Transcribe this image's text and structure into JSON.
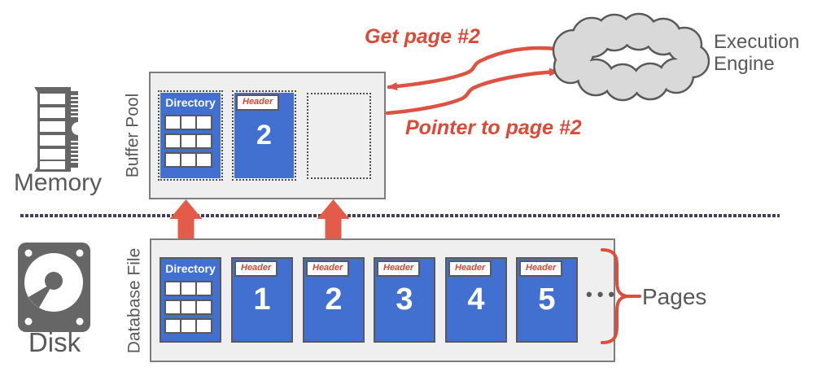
{
  "memory": {
    "label": "Memory"
  },
  "disk": {
    "label": "Disk"
  },
  "buffer_pool": {
    "label": "Buffer Pool",
    "directory_title": "Directory",
    "page": {
      "header_label": "Header",
      "number": "2"
    }
  },
  "database_file": {
    "label": "Database File",
    "directory_title": "Directory",
    "pages": [
      {
        "header_label": "Header",
        "number": "1"
      },
      {
        "header_label": "Header",
        "number": "2"
      },
      {
        "header_label": "Header",
        "number": "3"
      },
      {
        "header_label": "Header",
        "number": "4"
      },
      {
        "header_label": "Header",
        "number": "5"
      }
    ],
    "ellipsis": "•••"
  },
  "annotations": {
    "get_page": "Get page #2",
    "pointer_to_page": "Pointer to page #2",
    "pages_label": "Pages"
  },
  "execution_engine": {
    "line1": "Execution",
    "line2": "Engine"
  },
  "colors": {
    "page_blue": "#4170D0",
    "panel_bg": "#EFEFEF",
    "gray_text": "#595959",
    "red_annotation": "#DB4A38",
    "red_arrow": "#DC5243",
    "red_block_arrow": "#E25C49",
    "separator_navy": "#3F4163",
    "cloud_fill": "#D9D9D9"
  }
}
